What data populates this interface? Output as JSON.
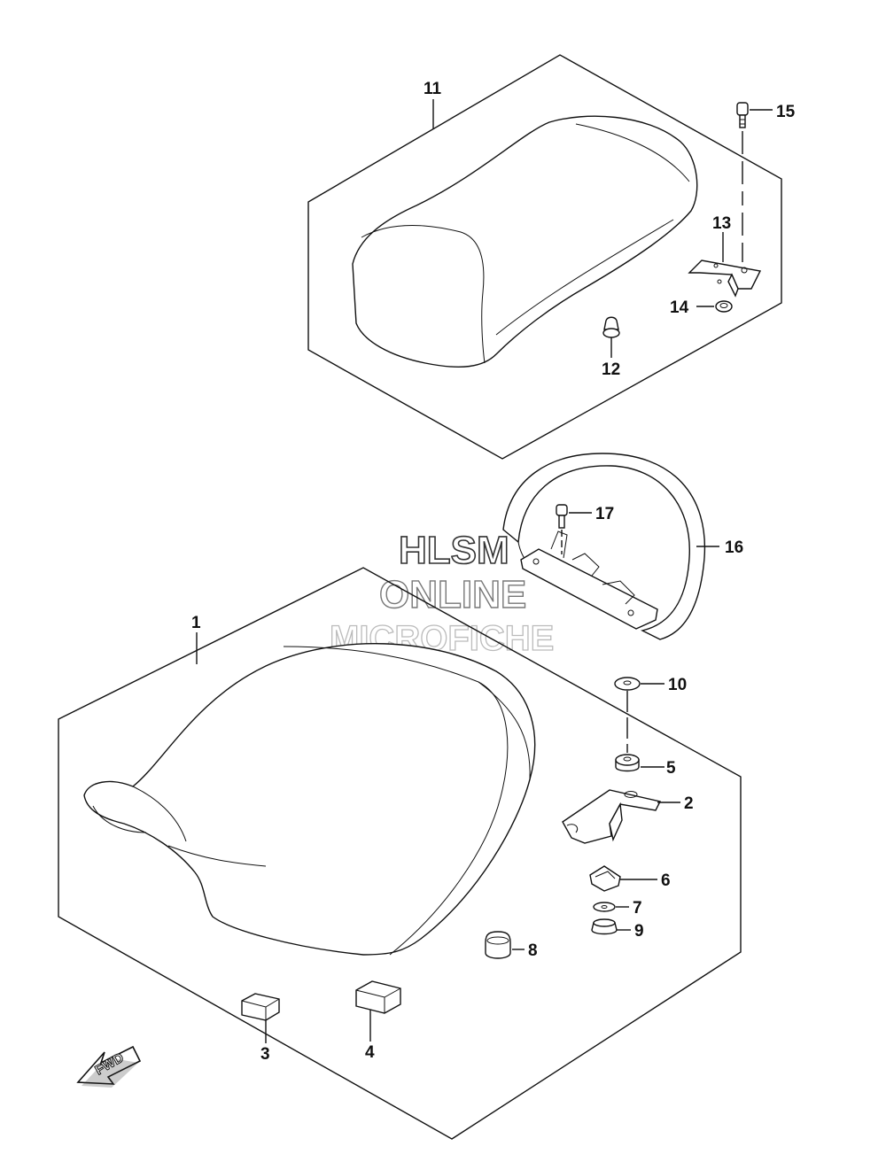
{
  "watermark": {
    "line1": "HLSM",
    "line2": "ONLINE",
    "line3": "MICROFICHE"
  },
  "direction_arrow": {
    "label": "FWD"
  },
  "callouts": {
    "c1": "1",
    "c2": "2",
    "c3": "3",
    "c4": "4",
    "c5": "5",
    "c6": "6",
    "c7": "7",
    "c8": "8",
    "c9": "9",
    "c10": "10",
    "c11": "11",
    "c12": "12",
    "c13": "13",
    "c14": "14",
    "c15": "15",
    "c16": "16",
    "c17": "17"
  }
}
